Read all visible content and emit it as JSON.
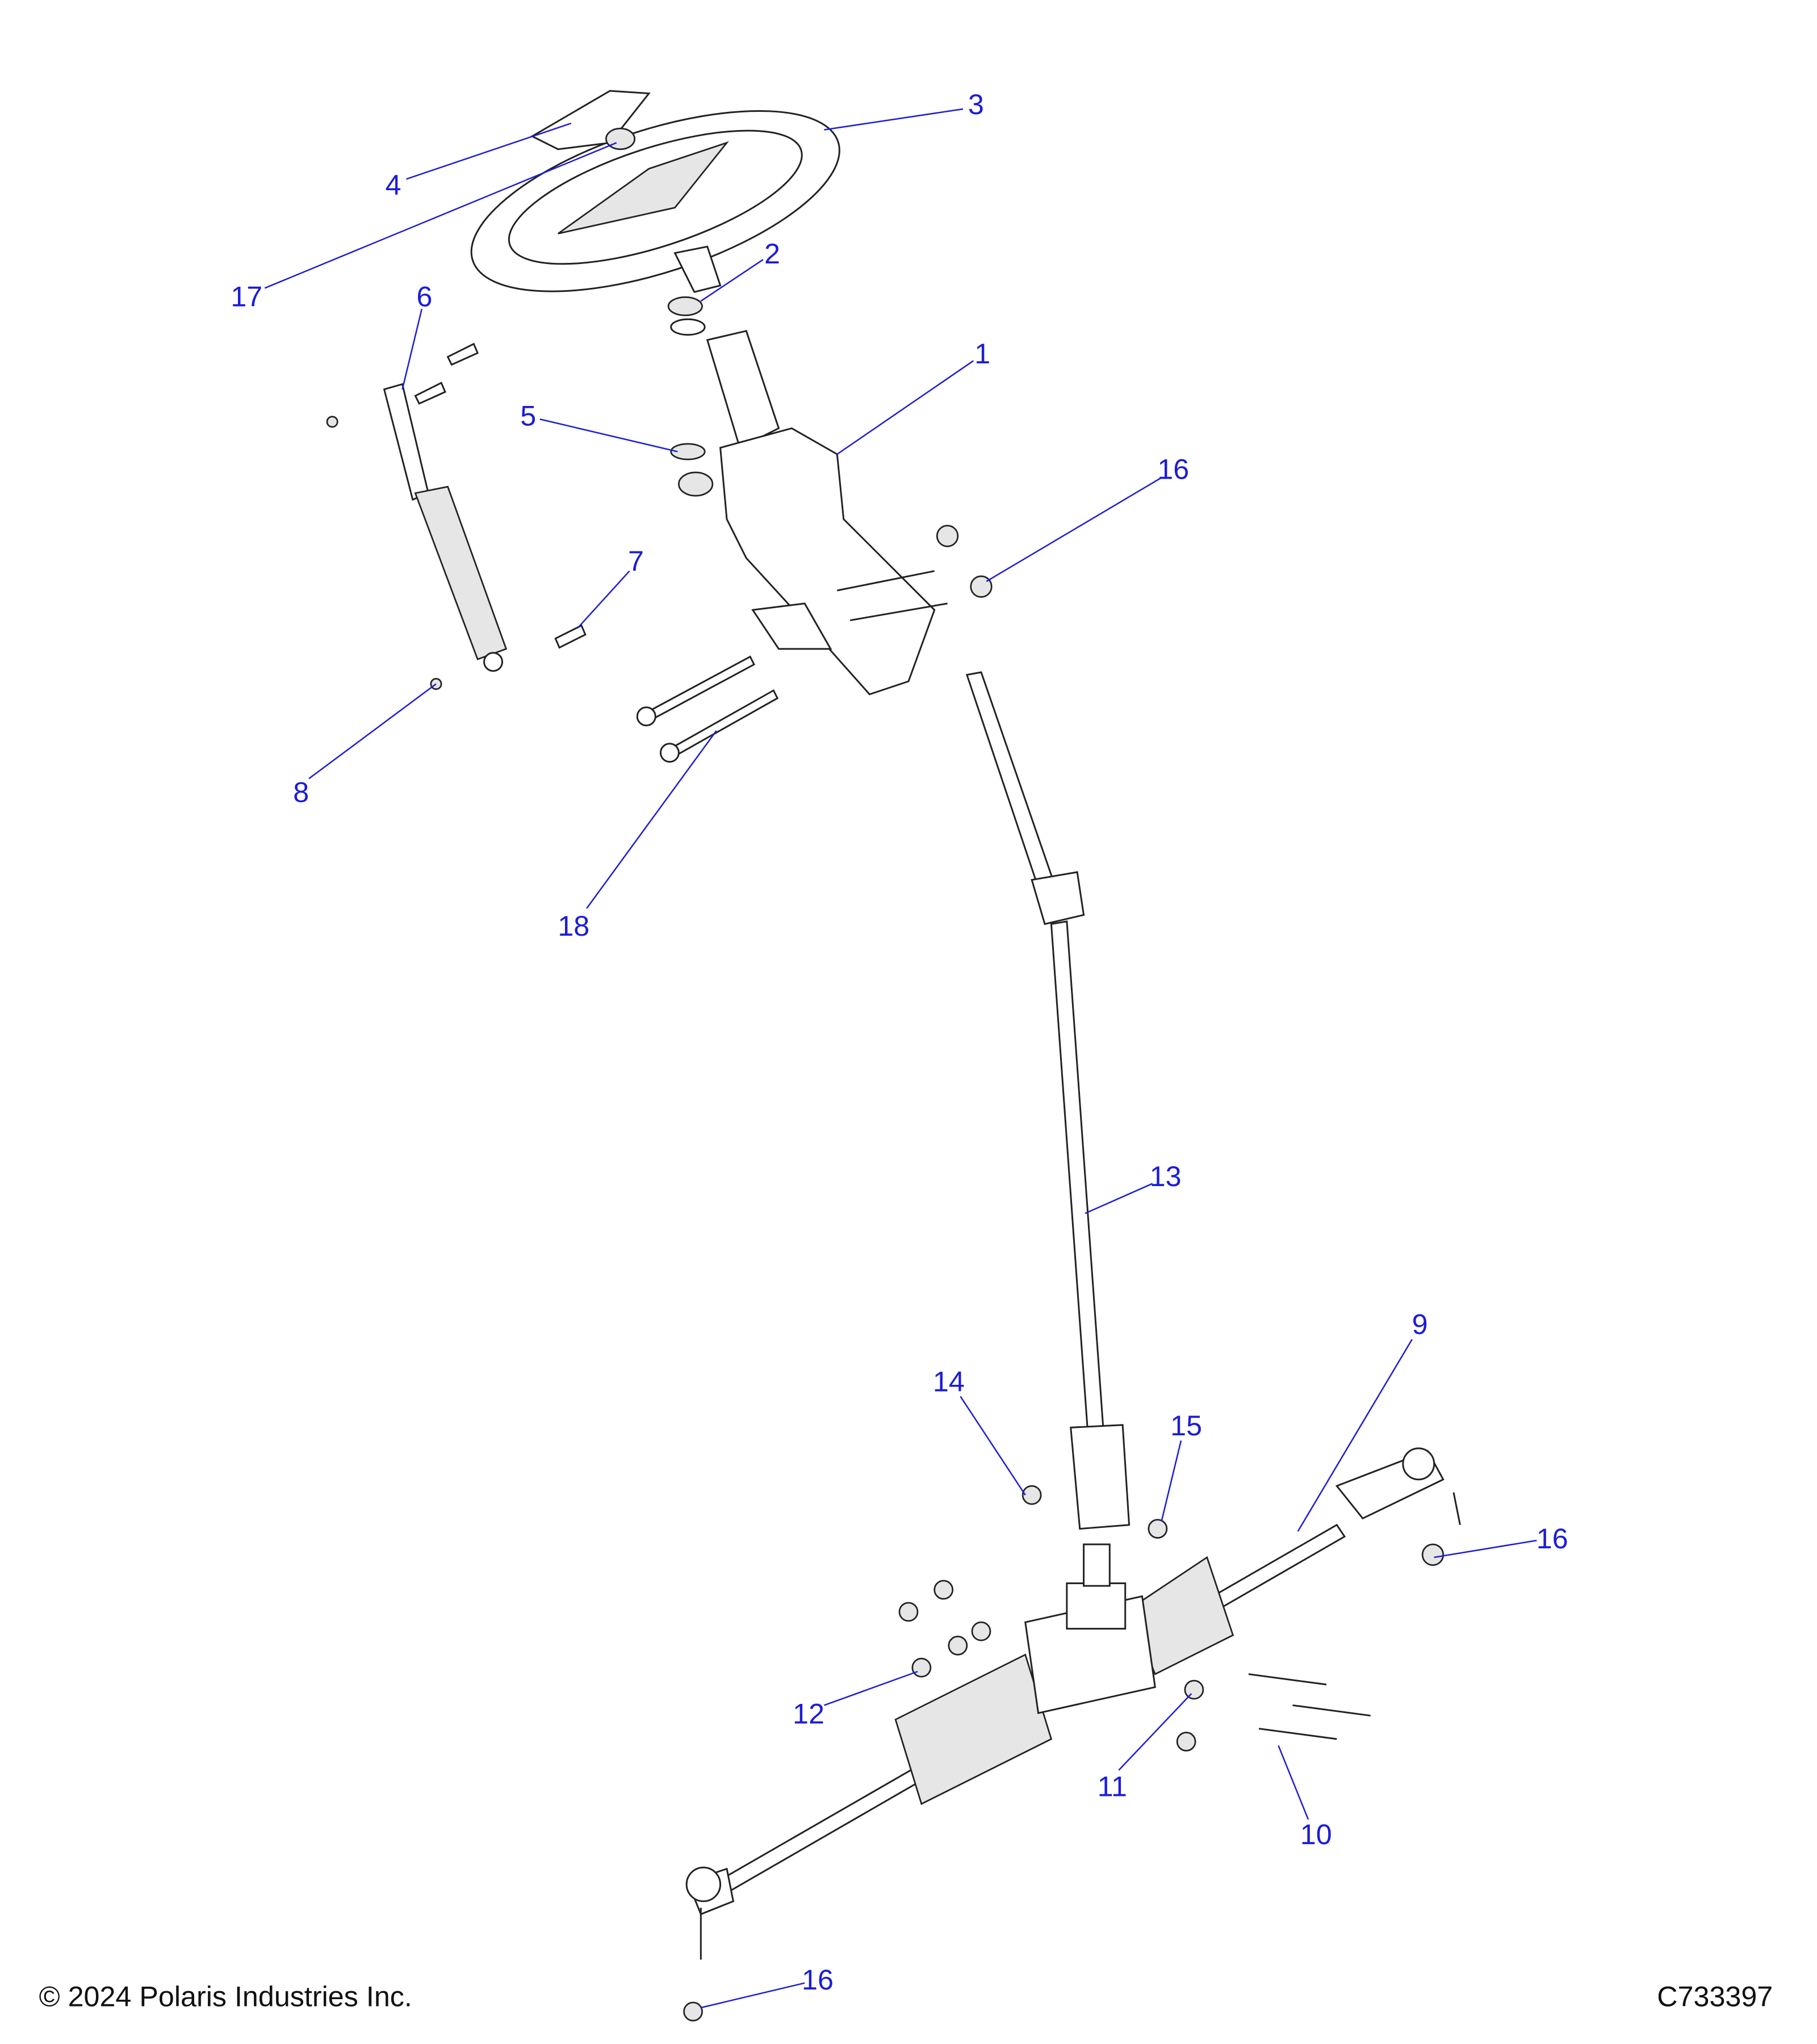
{
  "diagram": {
    "callouts": [
      {
        "number": "3"
      },
      {
        "number": "4"
      },
      {
        "number": "17"
      },
      {
        "number": "2"
      },
      {
        "number": "6"
      },
      {
        "number": "1"
      },
      {
        "number": "5"
      },
      {
        "number": "16"
      },
      {
        "number": "7"
      },
      {
        "number": "8"
      },
      {
        "number": "18"
      },
      {
        "number": "13"
      },
      {
        "number": "9"
      },
      {
        "number": "14"
      },
      {
        "number": "15"
      },
      {
        "number": "16"
      },
      {
        "number": "12"
      },
      {
        "number": "11"
      },
      {
        "number": "10"
      },
      {
        "number": "16"
      }
    ]
  },
  "footer": {
    "copyright": "© 2024 Polaris Industries Inc.",
    "diagram_id": "C733397"
  },
  "colors": {
    "callout": "#1c1cd6",
    "line": "#222222"
  }
}
